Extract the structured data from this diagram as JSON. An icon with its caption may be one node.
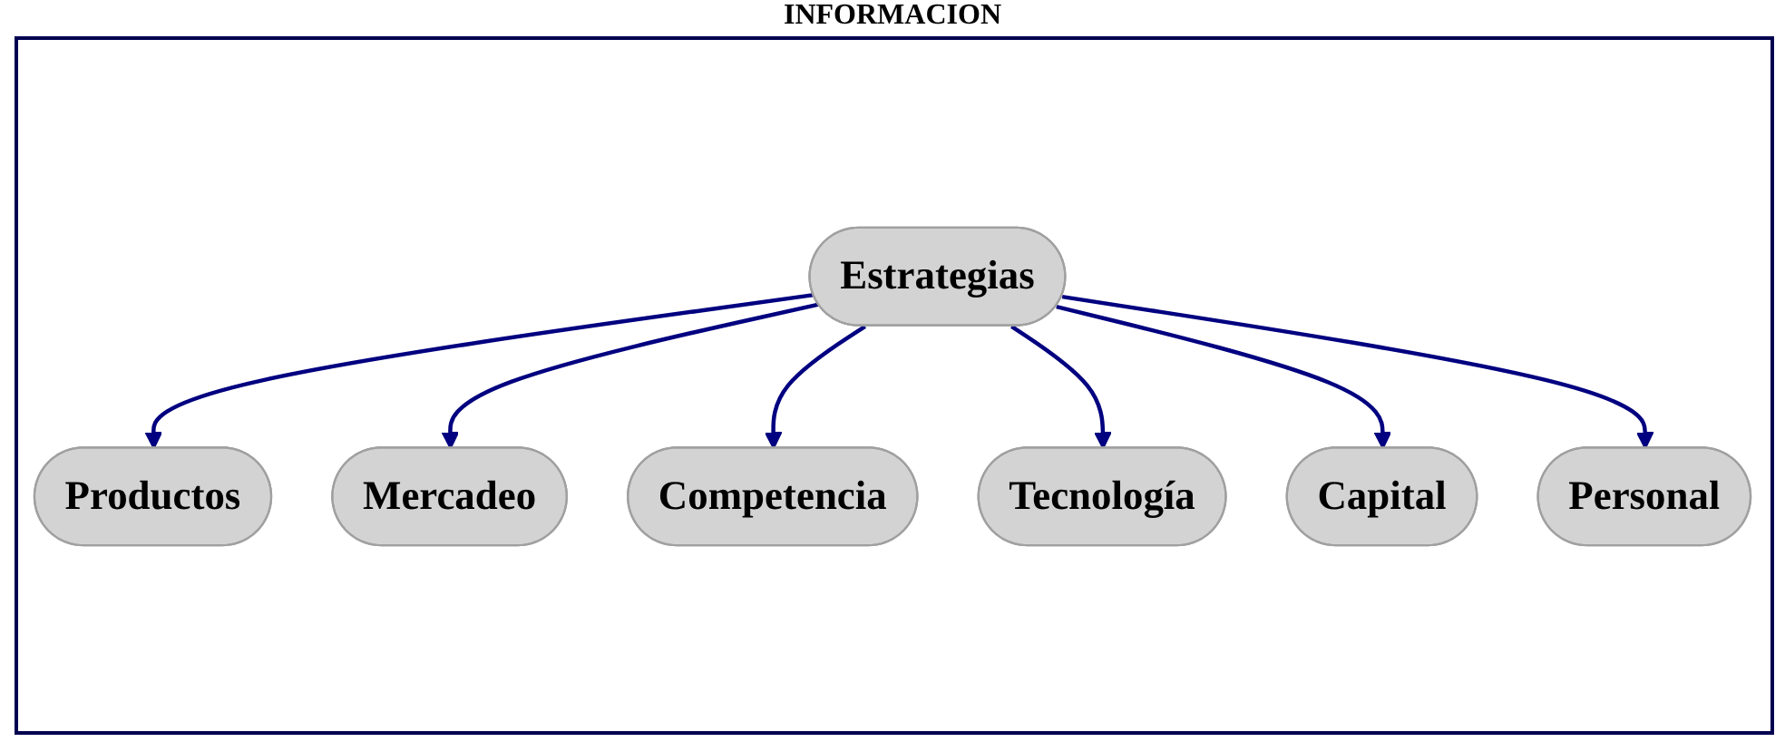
{
  "diagram": {
    "title": "INFORMACION",
    "nodes": [
      {
        "text": [
          "Productos"
        ]
      },
      {
        "text": [
          "Mercadeo"
        ]
      },
      {
        "text": [
          "Competencia"
        ]
      },
      {
        "text": [
          "Estrategias"
        ]
      },
      {
        "text": [
          "Tecnología"
        ]
      },
      {
        "text": [
          "Personal"
        ]
      },
      {
        "text": [
          "Capital"
        ]
      }
    ],
    "edges": [
      {
        "from": 3,
        "to": 0,
        "arrow": "to"
      },
      {
        "from": 3,
        "to": 1,
        "arrow": "to"
      },
      {
        "from": 3,
        "to": 2,
        "arrow": "to"
      },
      {
        "from": 3,
        "to": 4,
        "arrow": "to"
      },
      {
        "from": 3,
        "to": 6,
        "arrow": "to"
      },
      {
        "from": 3,
        "to": 5,
        "arrow": "to"
      }
    ]
  }
}
